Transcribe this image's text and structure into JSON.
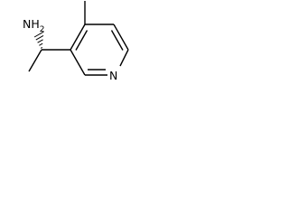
{
  "molecule": {
    "atom_labels": {
      "amine": "NH",
      "amine_subscript": "2",
      "ring_nitrogen": "N"
    }
  }
}
